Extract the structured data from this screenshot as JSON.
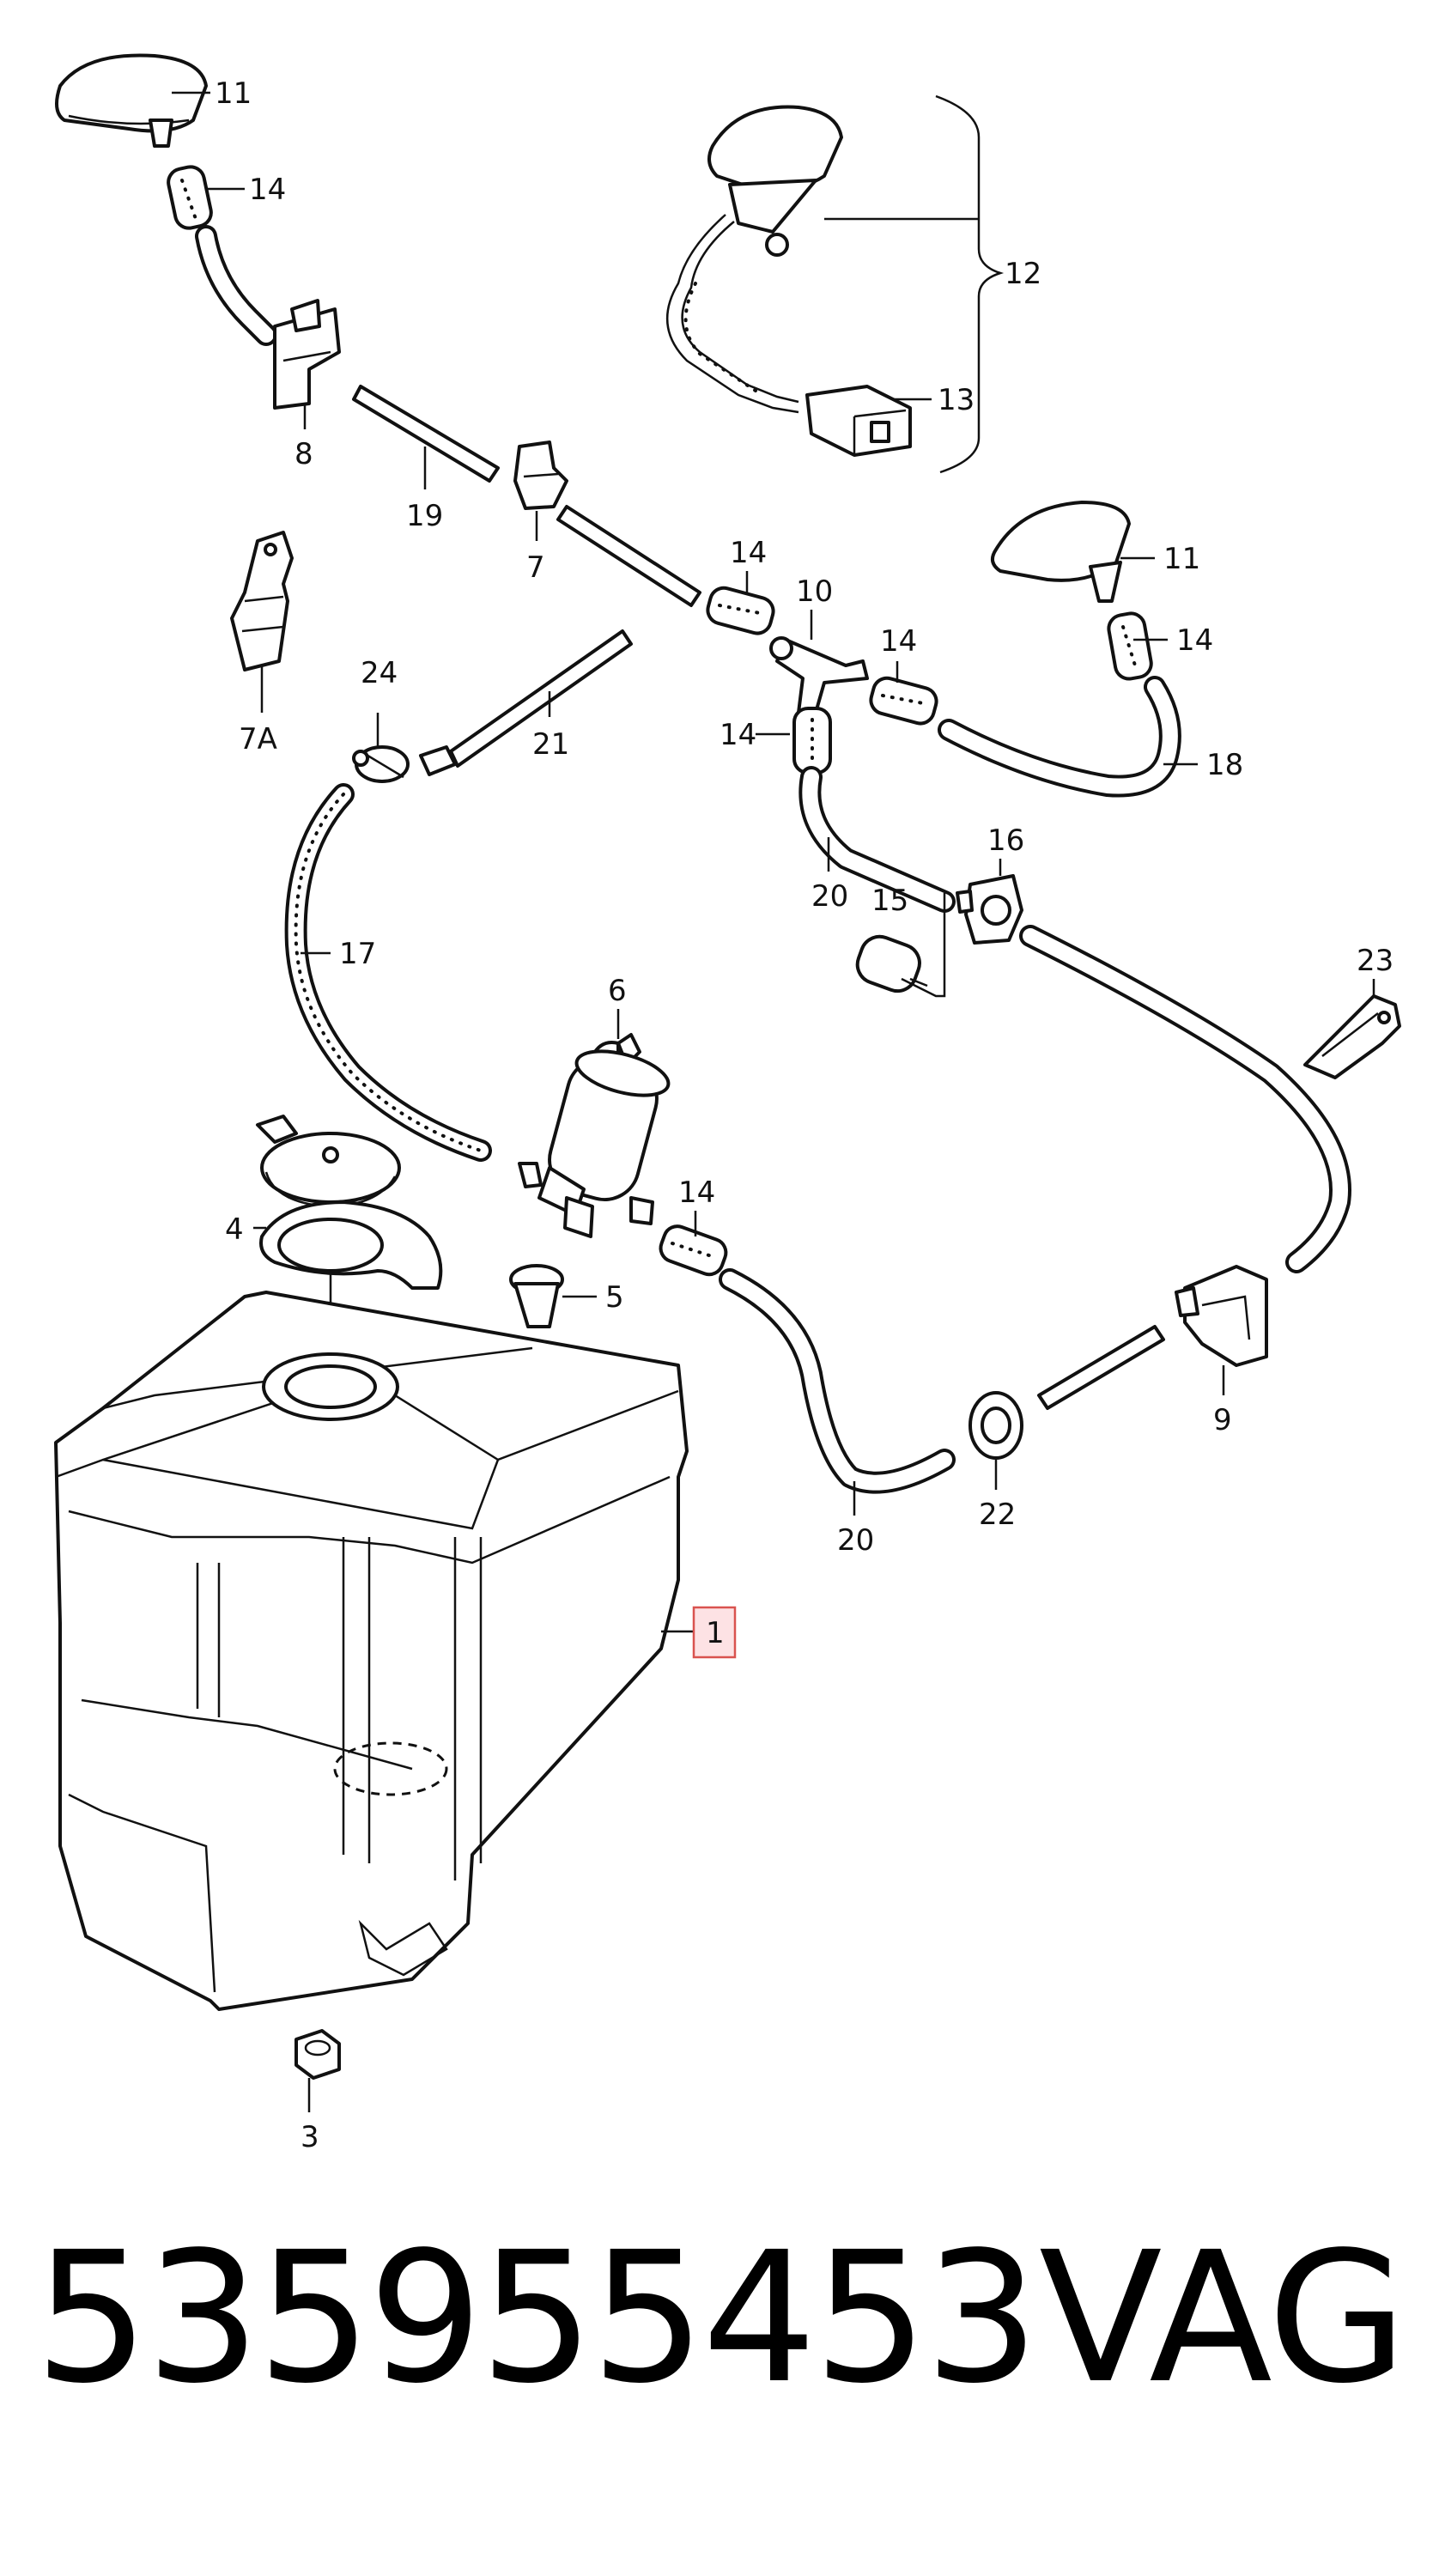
{
  "callouts": {
    "c11a": "11",
    "c14a": "14",
    "c12": "12",
    "c13": "13",
    "c8": "8",
    "c19": "19",
    "c7": "7",
    "c7a": "7A",
    "c14b": "14",
    "c10": "10",
    "c11b": "11",
    "c14c": "14",
    "c24": "24",
    "c21": "21",
    "c14d": "14",
    "c18": "18",
    "c16": "16",
    "c20a": "20",
    "c15": "15",
    "c23": "23",
    "c17": "17",
    "c6": "6",
    "c4": "4",
    "c14e": "14",
    "c5": "5",
    "c9": "9",
    "c22": "22",
    "c20b": "20",
    "c1": "1",
    "c3": "3"
  },
  "footer": {
    "part_number": "535955453",
    "brand": "VAG"
  },
  "highlight_color": "#fde2e4"
}
